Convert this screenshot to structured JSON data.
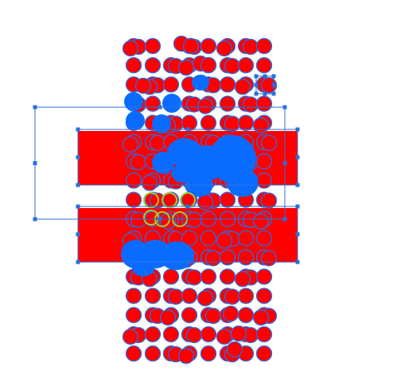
{
  "colors": {
    "background": "#ffffff",
    "fill_red": "#ff0000",
    "stroke_blue": "#2f6be0",
    "blob_blue": "#0a6cff",
    "selection": "#2a6fdb",
    "highlight_ring": "#9acd32"
  },
  "artboard": {
    "selected_groups": 2,
    "bars": 2,
    "grid_rows": 17
  }
}
